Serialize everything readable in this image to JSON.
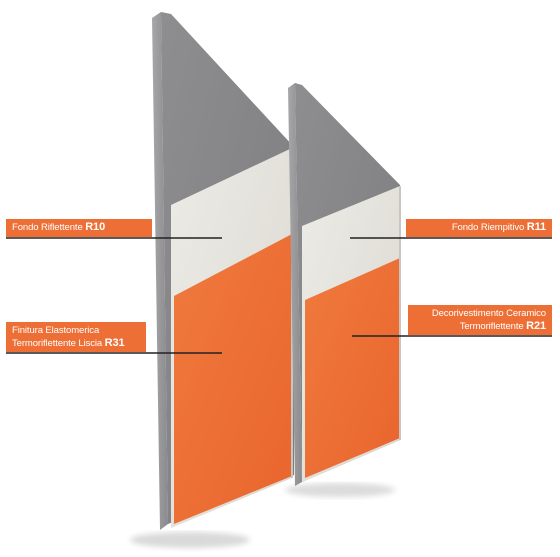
{
  "colors": {
    "label_bg": "#ee6f36",
    "concrete": "#8f8f91",
    "primer": "#e6e3dc",
    "finish": "#ee6f36",
    "leader_line": "#222222"
  },
  "labels": {
    "r10": {
      "text": "Fondo Riflettente",
      "code": "R10"
    },
    "r31": {
      "line1": "Finitura Elastomerica",
      "line2": "Termoriflettente Liscia",
      "code": "R31"
    },
    "r11": {
      "text": "Fondo Riempitivo",
      "code": "R11"
    },
    "r21": {
      "line1": "Decorivestimento Ceramico",
      "line2": "Termoriflettente",
      "code": "R21"
    }
  }
}
